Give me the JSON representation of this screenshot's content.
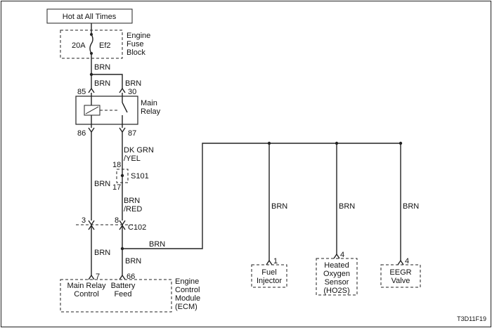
{
  "power": {
    "label": "Hot at All Times"
  },
  "fuse": {
    "rating": "20A",
    "id": "Ef2",
    "block_line1": "Engine",
    "block_line2": "Fuse",
    "block_line3": "Block"
  },
  "wires": {
    "fuse_out": "BRN",
    "pin85": "BRN",
    "pin30": "BRN",
    "dkgrn_line1": "DK GRN",
    "dkgrn_line2": "/YEL",
    "left_mid": "BRN",
    "brnred_line1": "BRN",
    "brnred_line2": "/RED",
    "left_low": "BRN",
    "right_low": "BRN",
    "bus": "BRN",
    "injector": "BRN",
    "ho2s": "BRN",
    "eegr": "BRN"
  },
  "relay": {
    "line1": "Main",
    "line2": "Relay",
    "pin85": "85",
    "pin30": "30",
    "pin86": "86",
    "pin87": "87"
  },
  "splice": {
    "id": "S101",
    "pin_top": "18",
    "pin_bottom": "17"
  },
  "connector": {
    "id": "C102",
    "pin_left": "3",
    "pin_right": "8"
  },
  "ecm": {
    "pin_left": "7",
    "pin_right": "66",
    "left_line1": "Main Relay",
    "left_line2": "Control",
    "right_line1": "Battery",
    "right_line2": "Feed",
    "name_line1": "Engine",
    "name_line2": "Control",
    "name_line3": "Module",
    "name_line4": "(ECM)"
  },
  "loads": {
    "injector": {
      "pin": "1",
      "line1": "Fuel",
      "line2": "Injector"
    },
    "ho2s": {
      "pin": "4",
      "line1": "Heated",
      "line2": "Oxygen",
      "line3": "Sensor",
      "line4": "(HO2S)"
    },
    "eegr": {
      "pin": "4",
      "line1": "EEGR",
      "line2": "Valve"
    }
  },
  "figure_id": "T3D11F19"
}
